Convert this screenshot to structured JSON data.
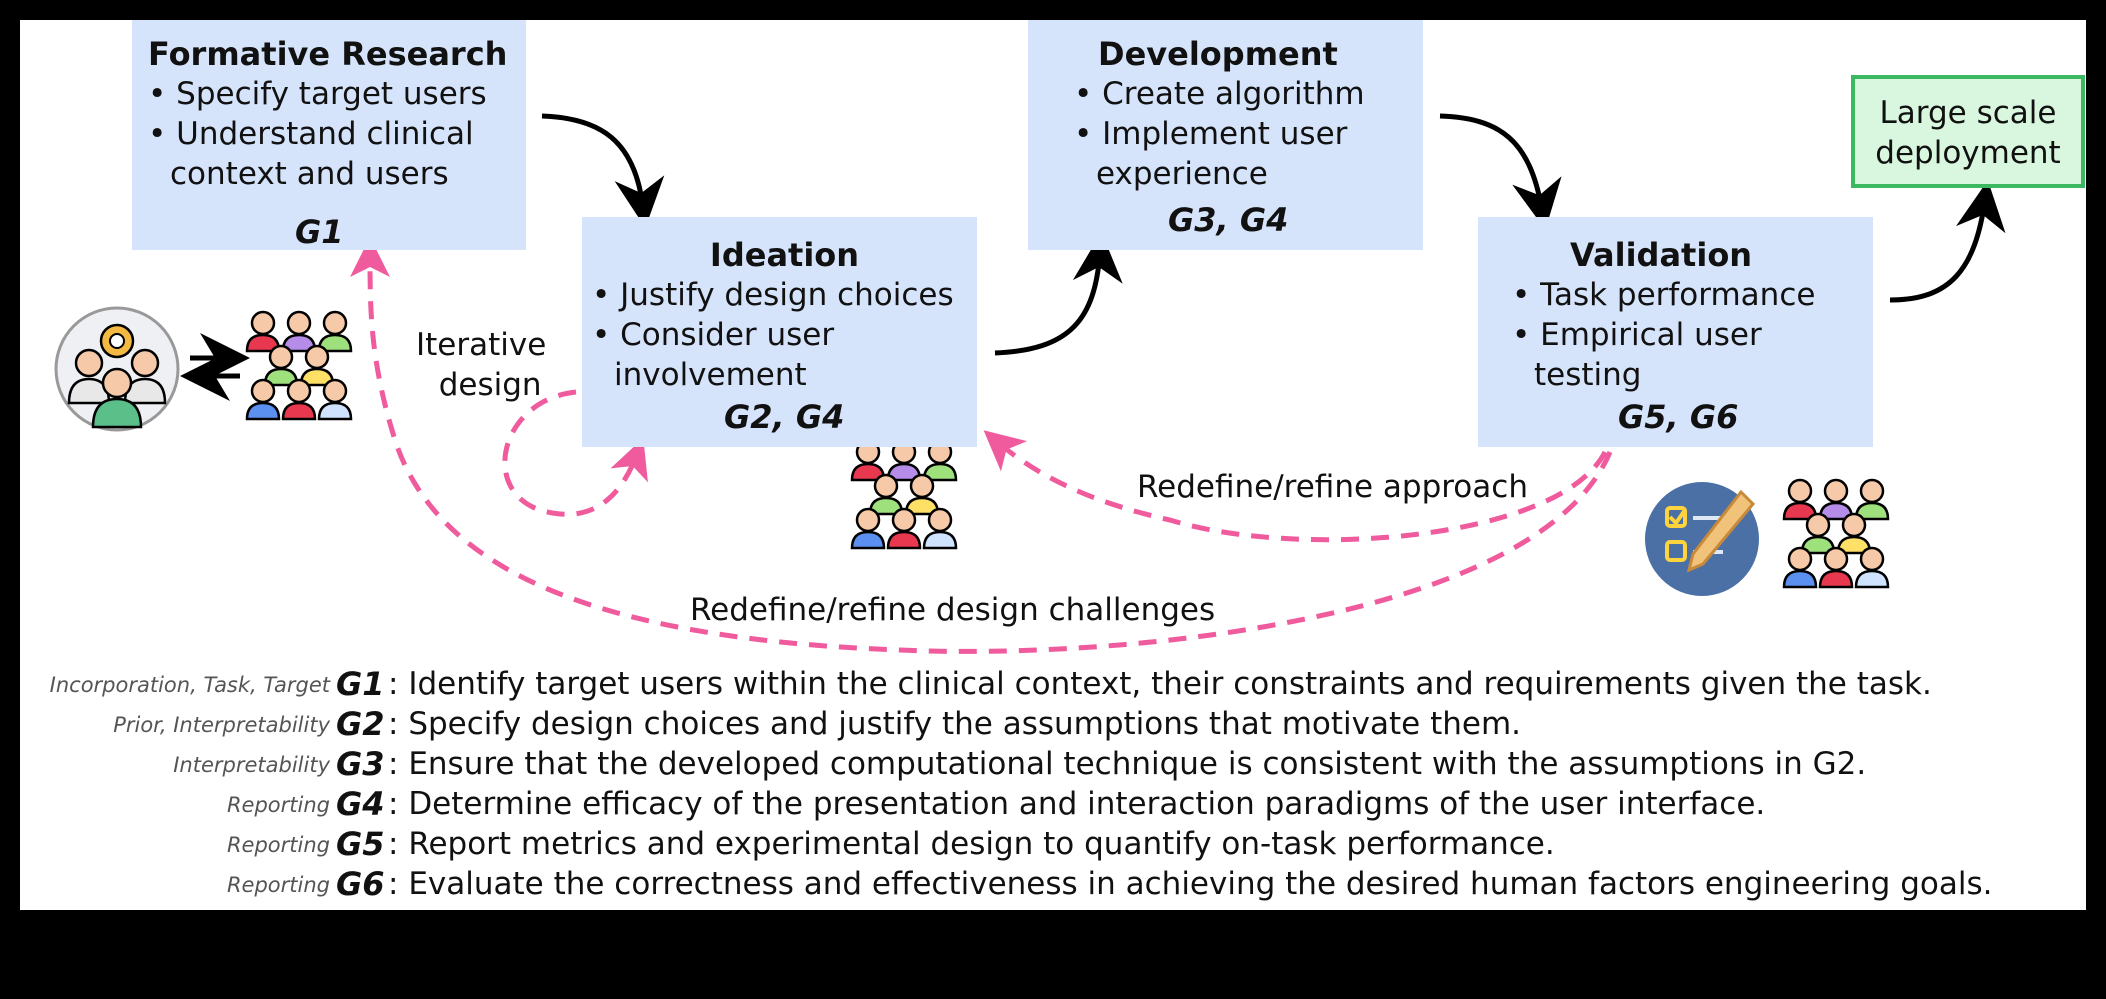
{
  "boxes": {
    "formative": {
      "title": "Formative Research",
      "bullets": [
        "Specify target users",
        "Understand clinical"
      ],
      "continuation": "context and users",
      "goals": "G1"
    },
    "ideation": {
      "title": "Ideation",
      "bullets": [
        "Justify design choices",
        "Consider user"
      ],
      "continuation": "involvement",
      "goals": "G2, G4"
    },
    "development": {
      "title": "Development",
      "bullets": [
        "Create algorithm",
        "Implement user"
      ],
      "continuation": "experience",
      "goals": "G3, G4"
    },
    "validation": {
      "title": "Validation",
      "bullets": [
        "Task performance",
        "Empirical user"
      ],
      "continuation": "testing",
      "goals": "G5, G6"
    },
    "deployment": {
      "line1": "Large scale",
      "line2": "deployment"
    }
  },
  "flow_labels": {
    "iterative1": "Iterative",
    "iterative2": "design",
    "refine_approach": "Redefine/refine approach",
    "refine_challenges": "Redefine/refine design challenges"
  },
  "goals": [
    {
      "tags": "Incorporation, Task, Target",
      "code": "G1",
      "description": "Identify target users within the clinical context, their constraints and requirements given the task."
    },
    {
      "tags": "Prior, Interpretability",
      "code": "G2",
      "description": "Specify design choices and justify the assumptions that motivate them."
    },
    {
      "tags": "Interpretability",
      "code": "G3",
      "description": "Ensure that the developed computational technique is consistent with the assumptions in G2."
    },
    {
      "tags": "Reporting",
      "code": "G4",
      "description": "Determine efficacy of the presentation and interaction paradigms of the user interface."
    },
    {
      "tags": "Reporting",
      "code": "G5",
      "description": "Report metrics and experimental design to quantify on-task performance."
    },
    {
      "tags": "Reporting",
      "code": "G6",
      "description": "Evaluate the correctness and effectiveness in achieving the desired human factors engineering goals."
    }
  ],
  "colors": {
    "box_fill": "#d6e4fb",
    "deploy_fill": "#d9f7de",
    "deploy_border": "#3cb861",
    "feedback_arrow": "#ef5b9c"
  },
  "icons": [
    "researcher-icon",
    "user-group-icon",
    "checklist-icon"
  ]
}
